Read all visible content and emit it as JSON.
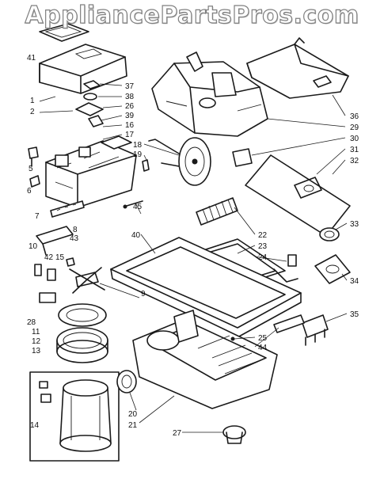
{
  "watermark": "AppliancePartsPros.com",
  "callouts": {
    "c1": "1",
    "c2": "2",
    "c5": "5",
    "c6": "6",
    "c7": "7",
    "c8": "8",
    "c9": "9",
    "c10": "10",
    "c11": "11",
    "c12": "12",
    "c13": "13",
    "c14": "14",
    "c15": "15",
    "c16": "16",
    "c17": "17",
    "c18": "18",
    "c19": "19",
    "c20": "20",
    "c21": "21",
    "c22": "22",
    "c23": "23",
    "c24": "24",
    "c25": "25",
    "c26": "26",
    "c27": "27",
    "c28": "28",
    "c29": "29",
    "c30": "30",
    "c31": "31",
    "c32": "32",
    "c33": "33",
    "c34": "34",
    "c35": "35",
    "c36": "36",
    "c37": "37",
    "c38": "38",
    "c39": "39",
    "c40": "40",
    "c41": "41",
    "c42": "42",
    "c43": "43",
    "c44": "44",
    "c45": "45"
  }
}
